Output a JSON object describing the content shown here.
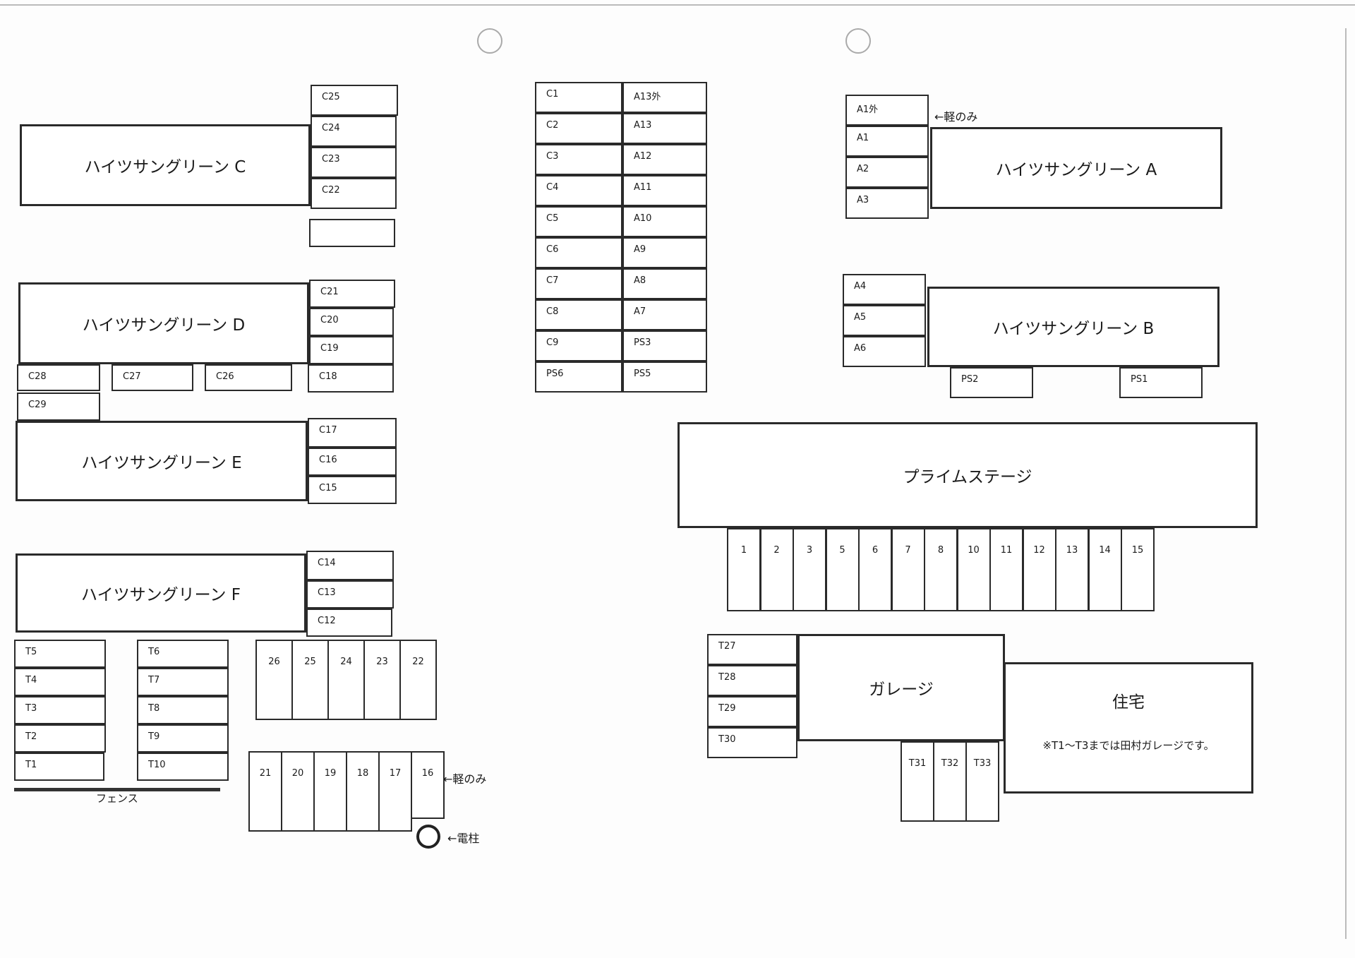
{
  "buildings": {
    "c": "ハイツサングリーン C",
    "d": "ハイツサングリーン D",
    "e": "ハイツサングリーン E",
    "f": "ハイツサングリーン F",
    "a": "ハイツサングリーン A",
    "b": "ハイツサングリーン B",
    "prime": "プライムステージ",
    "garage": "ガレージ"
  },
  "house": {
    "title": "住宅",
    "note": "※T1～T3までは田村ガレージです。"
  },
  "labels": {
    "kei_only": "←軽のみ",
    "fence": "フェンス",
    "pole": "←電柱"
  },
  "slots": {
    "c25": "C25",
    "c24": "C24",
    "c23": "C23",
    "c22": "C22",
    "c21": "C21",
    "c20": "C20",
    "c19": "C19",
    "c18": "C18",
    "c28": "C28",
    "c27": "C27",
    "c26": "C26",
    "c29": "C29",
    "c17": "C17",
    "c16": "C16",
    "c15": "C15",
    "c14": "C14",
    "c13": "C13",
    "c12": "C12",
    "t5": "T5",
    "t4": "T4",
    "t3": "T3",
    "t2": "T2",
    "t1": "T1",
    "t6": "T6",
    "t7": "T7",
    "t8": "T8",
    "t9": "T9",
    "t10": "T10",
    "mid_left": [
      "C1",
      "C2",
      "C3",
      "C4",
      "C5",
      "C6",
      "C7",
      "C8",
      "C9",
      "PS6"
    ],
    "mid_right": [
      "A13外",
      "A13",
      "A12",
      "A11",
      "A10",
      "A9",
      "A8",
      "A7",
      "PS3",
      "PS5"
    ],
    "a_side": [
      "A1外",
      "A1",
      "A2",
      "A3"
    ],
    "b_side": [
      "A4",
      "A5",
      "A6"
    ],
    "ps2": "PS2",
    "ps1": "PS1",
    "prime_row": [
      "1",
      "2",
      "3",
      "5",
      "6",
      "7",
      "8",
      "10",
      "11",
      "12",
      "13",
      "14",
      "15"
    ],
    "row_upper": [
      "26",
      "25",
      "24",
      "23",
      "22"
    ],
    "row_lower": [
      "21",
      "20",
      "19",
      "18",
      "17",
      "16"
    ],
    "garage_left": [
      "T27",
      "T28",
      "T29",
      "T30"
    ],
    "garage_bottom": [
      "T31",
      "T32",
      "T33"
    ]
  }
}
